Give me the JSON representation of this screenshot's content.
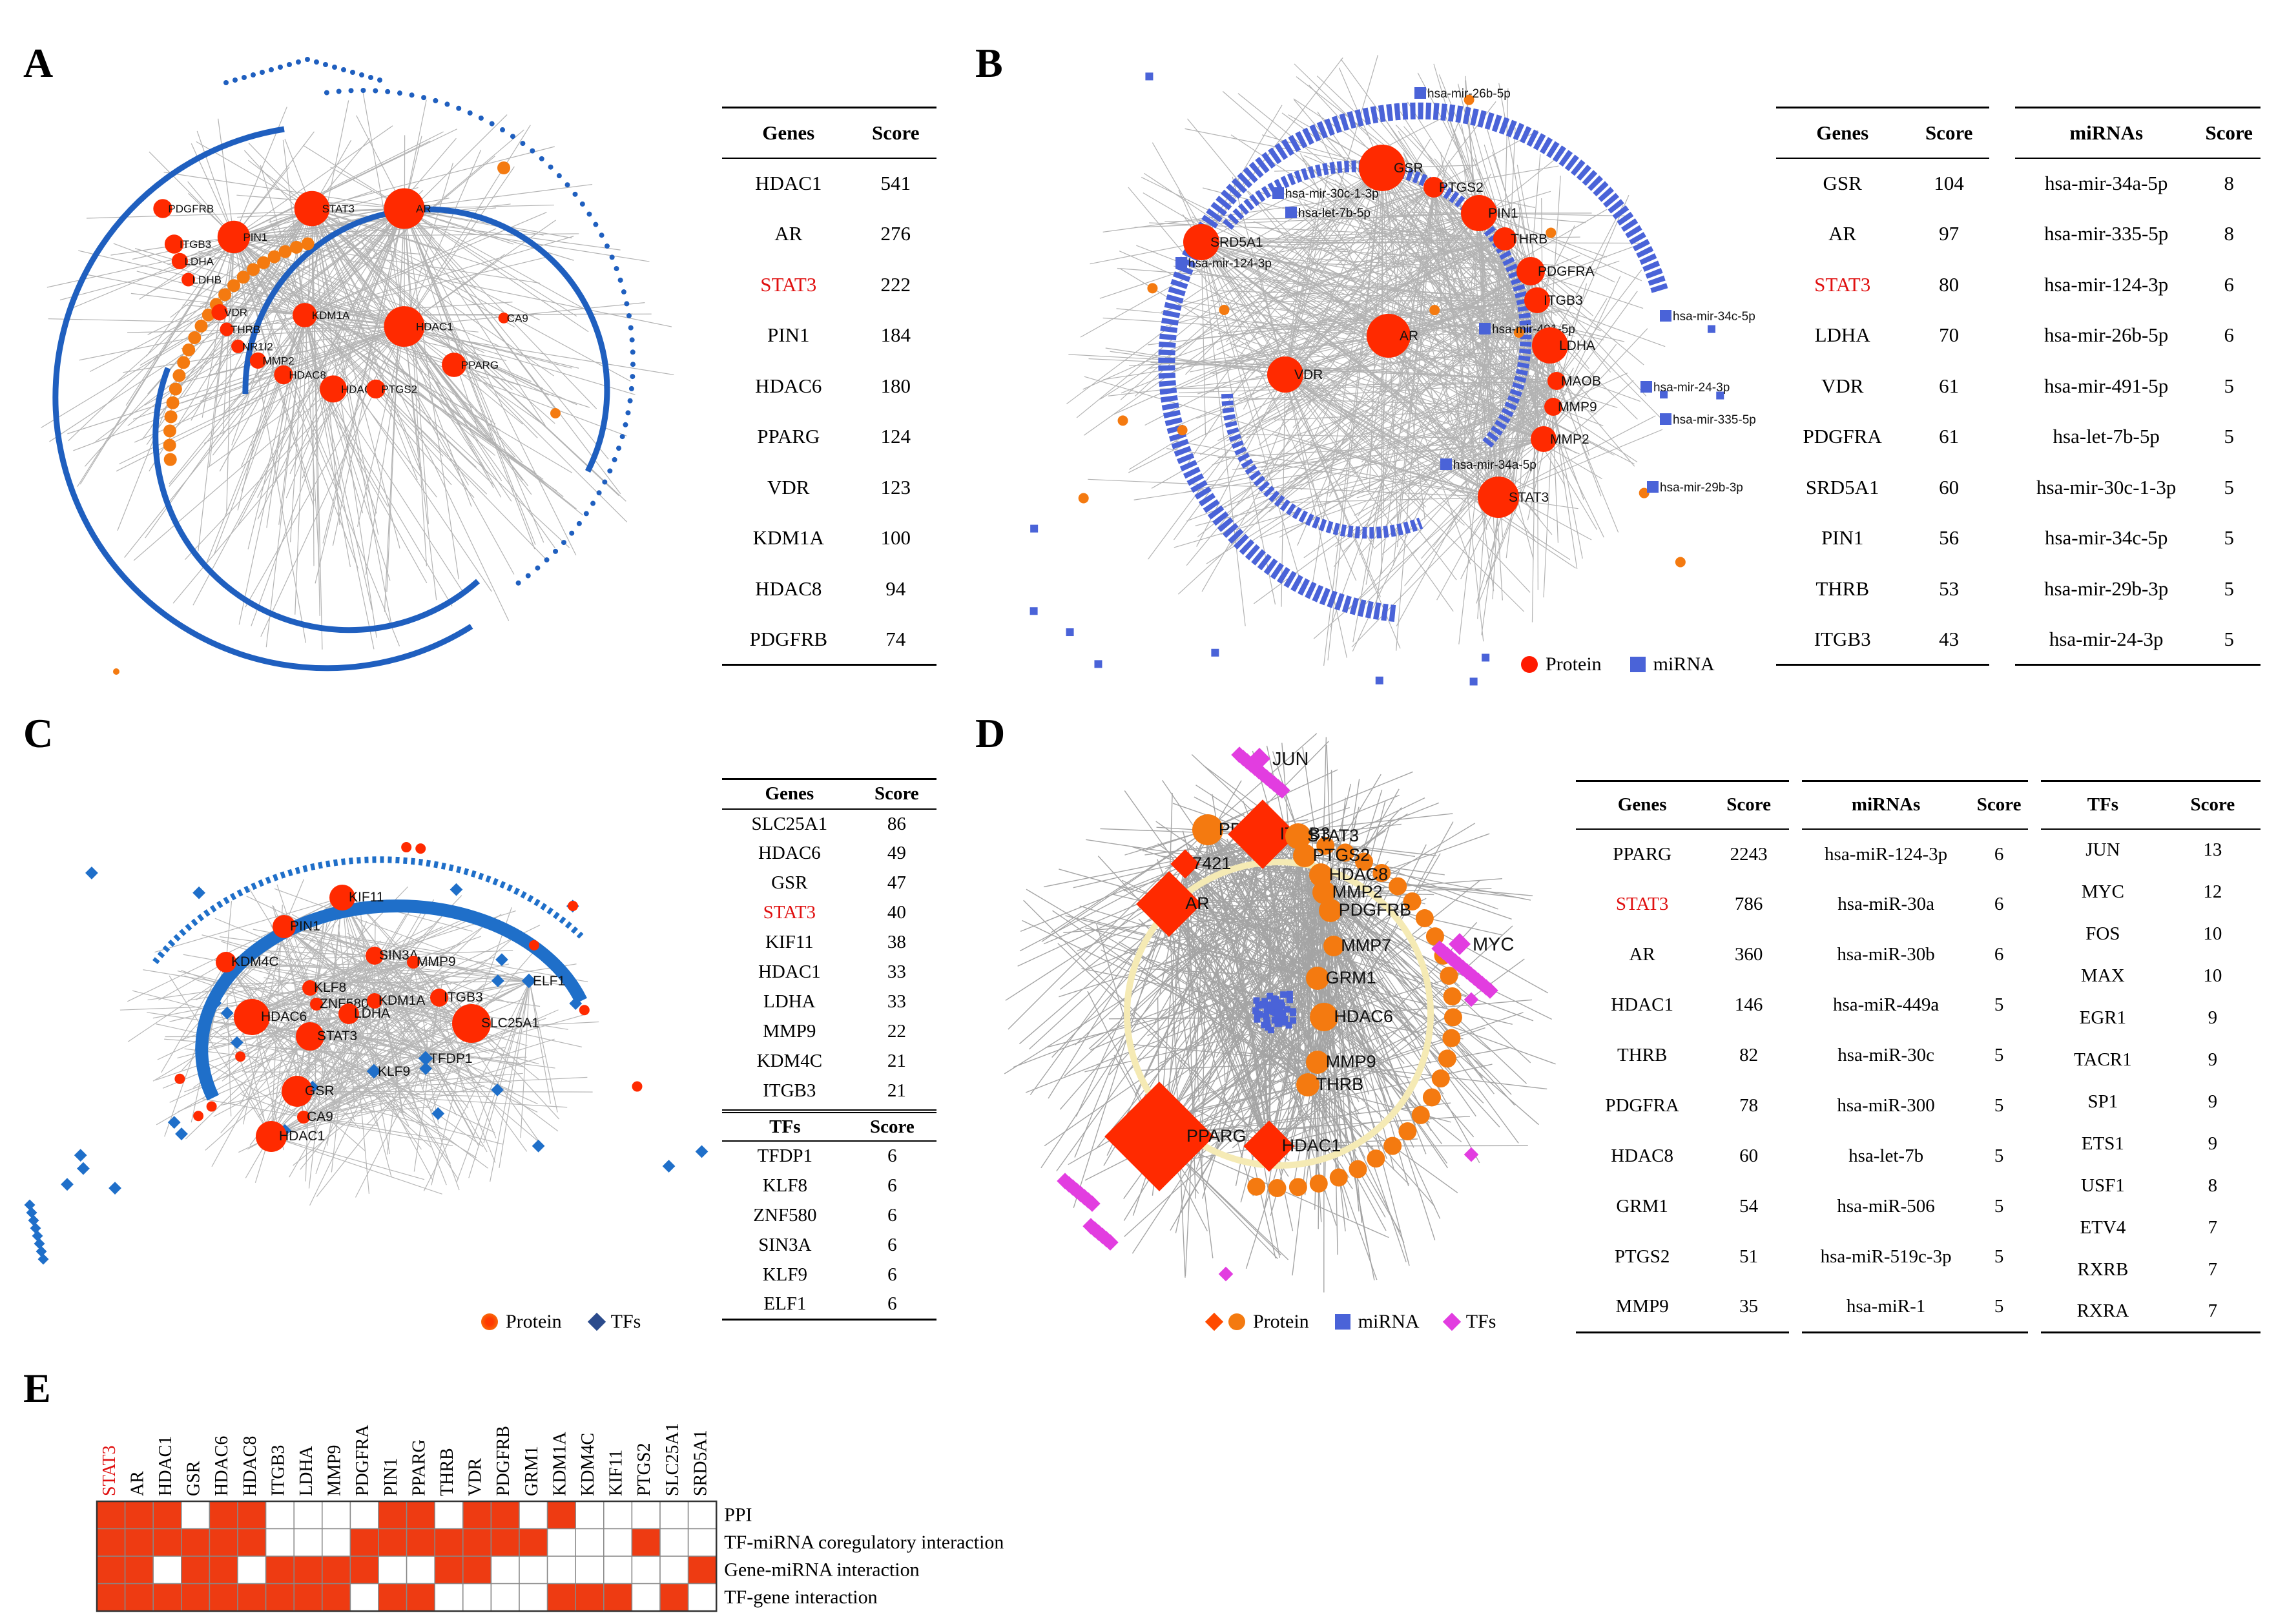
{
  "colors": {
    "protein": "#ff2a00",
    "protein_orange": "#f47a10",
    "mirna": "#4a63d8",
    "tf_c": "#1f6fc9",
    "tf_d": "#e23de0",
    "ring_blue": "#1f5fbf",
    "heat_on": "#ee3b12",
    "highlight_text": "#e01010"
  },
  "panel_labels": [
    "A",
    "B",
    "C",
    "D",
    "E"
  ],
  "panelA": {
    "network_labels": [
      "STAT3",
      "AR",
      "PIN1",
      "PDGFRB",
      "ITGB3",
      "LDHA",
      "LDHB",
      "KDM1A",
      "HDAC1",
      "VDR",
      "THRB",
      "NR1I2",
      "MMP2",
      "HDAC8",
      "HDAC6",
      "PTGS2",
      "PPARG",
      "CA9"
    ],
    "table": {
      "headers": [
        "Genes",
        "Score"
      ],
      "rows": [
        [
          "HDAC1",
          "541"
        ],
        [
          "AR",
          "276"
        ],
        [
          "STAT3",
          "222"
        ],
        [
          "PIN1",
          "184"
        ],
        [
          "HDAC6",
          "180"
        ],
        [
          "PPARG",
          "124"
        ],
        [
          "VDR",
          "123"
        ],
        [
          "KDM1A",
          "100"
        ],
        [
          "HDAC8",
          "94"
        ],
        [
          "PDGFRB",
          "74"
        ]
      ]
    }
  },
  "panelB": {
    "network_labels": [
      "hsa-mir-26b-5p",
      "GSR",
      "PTGS2",
      "PIN1",
      "hsa-mir-30c-1-3p",
      "THRB",
      "hsa-let-7b-5p",
      "SRD5A1",
      "hsa-mir-124-3p",
      "PDGFRA",
      "ITGB3",
      "AR",
      "hsa-mir-491-5p",
      "hsa-mir-34c-5p",
      "LDHA",
      "VDR",
      "MAOB",
      "hsa-mir-24-3p",
      "MMP9",
      "hsa-mir-335-5p",
      "MMP2",
      "hsa-mir-34a-5p",
      "STAT3",
      "hsa-mir-29b-3p"
    ],
    "legend": [
      "Protein",
      "miRNA"
    ],
    "gene_table": {
      "headers": [
        "Genes",
        "Score"
      ],
      "rows": [
        [
          "GSR",
          "104"
        ],
        [
          "AR",
          "97"
        ],
        [
          "STAT3",
          "80"
        ],
        [
          "LDHA",
          "70"
        ],
        [
          "VDR",
          "61"
        ],
        [
          "PDGFRA",
          "61"
        ],
        [
          "SRD5A1",
          "60"
        ],
        [
          "PIN1",
          "56"
        ],
        [
          "THRB",
          "53"
        ],
        [
          "ITGB3",
          "43"
        ]
      ]
    },
    "mirna_table": {
      "headers": [
        "miRNAs",
        "Score"
      ],
      "rows": [
        [
          "hsa-mir-34a-5p",
          "8"
        ],
        [
          "hsa-mir-335-5p",
          "8"
        ],
        [
          "hsa-mir-124-3p",
          "6"
        ],
        [
          "hsa-mir-26b-5p",
          "6"
        ],
        [
          "hsa-mir-491-5p",
          "5"
        ],
        [
          "hsa-let-7b-5p",
          "5"
        ],
        [
          "hsa-mir-30c-1-3p",
          "5"
        ],
        [
          "hsa-mir-34c-5p",
          "5"
        ],
        [
          "hsa-mir-29b-3p",
          "5"
        ],
        [
          "hsa-mir-24-3p",
          "5"
        ]
      ]
    }
  },
  "panelC": {
    "network_labels": [
      "KIF11",
      "PIN1",
      "KDM4C",
      "SIN3A",
      "MMP9",
      "ELF1",
      "KLF8",
      "ZNF580",
      "KDM1A",
      "ITGB3",
      "HDAC6",
      "LDHA",
      "SLC25A1",
      "STAT3",
      "TFDP1",
      "KLF9",
      "GSR",
      "CA9",
      "HDAC1"
    ],
    "legend": [
      "Protein",
      "TFs"
    ],
    "gene_table": {
      "headers": [
        "Genes",
        "Score"
      ],
      "rows": [
        [
          "SLC25A1",
          "86"
        ],
        [
          "HDAC6",
          "49"
        ],
        [
          "GSR",
          "47"
        ],
        [
          "STAT3",
          "40"
        ],
        [
          "KIF11",
          "38"
        ],
        [
          "HDAC1",
          "33"
        ],
        [
          "LDHA",
          "33"
        ],
        [
          "MMP9",
          "22"
        ],
        [
          "KDM4C",
          "21"
        ],
        [
          "ITGB3",
          "21"
        ]
      ]
    },
    "tf_table": {
      "headers": [
        "TFs",
        "Score"
      ],
      "rows": [
        [
          "TFDP1",
          "6"
        ],
        [
          "KLF8",
          "6"
        ],
        [
          "ZNF580",
          "6"
        ],
        [
          "SIN3A",
          "6"
        ],
        [
          "KLF9",
          "6"
        ],
        [
          "ELF1",
          "6"
        ]
      ]
    }
  },
  "panelD": {
    "network_labels": [
      "JUN",
      "MYC",
      "PDGFRA",
      "ITGB3",
      "STAT3",
      "7421",
      "PTGS2",
      "HDAC8",
      "MMP2",
      "AR",
      "PDGFRB",
      "MMP7",
      "GRM1",
      "HDAC6",
      "MMP9",
      "THRB",
      "PPARG",
      "HDAC1"
    ],
    "legend": [
      "Protein",
      "miRNA",
      "TFs"
    ],
    "gene_table": {
      "headers": [
        "Genes",
        "Score"
      ],
      "rows": [
        [
          "PPARG",
          "2243"
        ],
        [
          "STAT3",
          "786"
        ],
        [
          "AR",
          "360"
        ],
        [
          "HDAC1",
          "146"
        ],
        [
          "THRB",
          "82"
        ],
        [
          "PDGFRA",
          "78"
        ],
        [
          "HDAC8",
          "60"
        ],
        [
          "GRM1",
          "54"
        ],
        [
          "PTGS2",
          "51"
        ],
        [
          "MMP9",
          "35"
        ]
      ]
    },
    "mirna_table": {
      "headers": [
        "miRNAs",
        "Score"
      ],
      "rows": [
        [
          "hsa-miR-124-3p",
          "6"
        ],
        [
          "hsa-miR-30a",
          "6"
        ],
        [
          "hsa-miR-30b",
          "6"
        ],
        [
          "hsa-miR-449a",
          "5"
        ],
        [
          "hsa-miR-30c",
          "5"
        ],
        [
          "hsa-miR-300",
          "5"
        ],
        [
          "hsa-let-7b",
          "5"
        ],
        [
          "hsa-miR-506",
          "5"
        ],
        [
          "hsa-miR-519c-3p",
          "5"
        ],
        [
          "hsa-miR-1",
          "5"
        ]
      ]
    },
    "tf_table": {
      "headers": [
        "TFs",
        "Score"
      ],
      "rows": [
        [
          "JUN",
          "13"
        ],
        [
          "MYC",
          "12"
        ],
        [
          "FOS",
          "10"
        ],
        [
          "MAX",
          "10"
        ],
        [
          "EGR1",
          "9"
        ],
        [
          "TACR1",
          "9"
        ],
        [
          "SP1",
          "9"
        ],
        [
          "ETS1",
          "9"
        ],
        [
          "USF1",
          "8"
        ],
        [
          "ETV4",
          "7"
        ],
        [
          "RXRB",
          "7"
        ],
        [
          "RXRA",
          "7"
        ]
      ]
    }
  },
  "panelE": {
    "genes": [
      "STAT3",
      "AR",
      "HDAC1",
      "GSR",
      "HDAC6",
      "HDAC8",
      "ITGB3",
      "LDHA",
      "MMP9",
      "PDGFRA",
      "PIN1",
      "PPARG",
      "THRB",
      "VDR",
      "PDGFRB",
      "GRM1",
      "KDM1A",
      "KDM4C",
      "KIF11",
      "PTGS2",
      "SLC25A1",
      "SRD5A1"
    ],
    "rows": [
      "PPI",
      "TF-miRNA coregulatory interaction",
      "Gene-miRNA interaction",
      "TF-gene interaction"
    ],
    "matrix": [
      [
        1,
        1,
        1,
        0,
        1,
        1,
        0,
        0,
        0,
        0,
        1,
        1,
        0,
        1,
        1,
        0,
        1,
        0,
        0,
        0,
        0,
        0
      ],
      [
        1,
        1,
        1,
        1,
        1,
        1,
        0,
        0,
        0,
        1,
        1,
        1,
        1,
        1,
        1,
        1,
        0,
        0,
        0,
        1,
        0,
        0
      ],
      [
        1,
        1,
        0,
        1,
        1,
        0,
        1,
        1,
        1,
        1,
        0,
        0,
        1,
        1,
        0,
        0,
        0,
        0,
        0,
        0,
        0,
        1
      ],
      [
        1,
        1,
        1,
        1,
        1,
        1,
        1,
        1,
        1,
        0,
        1,
        1,
        0,
        0,
        0,
        0,
        1,
        1,
        1,
        0,
        1,
        0
      ]
    ]
  }
}
